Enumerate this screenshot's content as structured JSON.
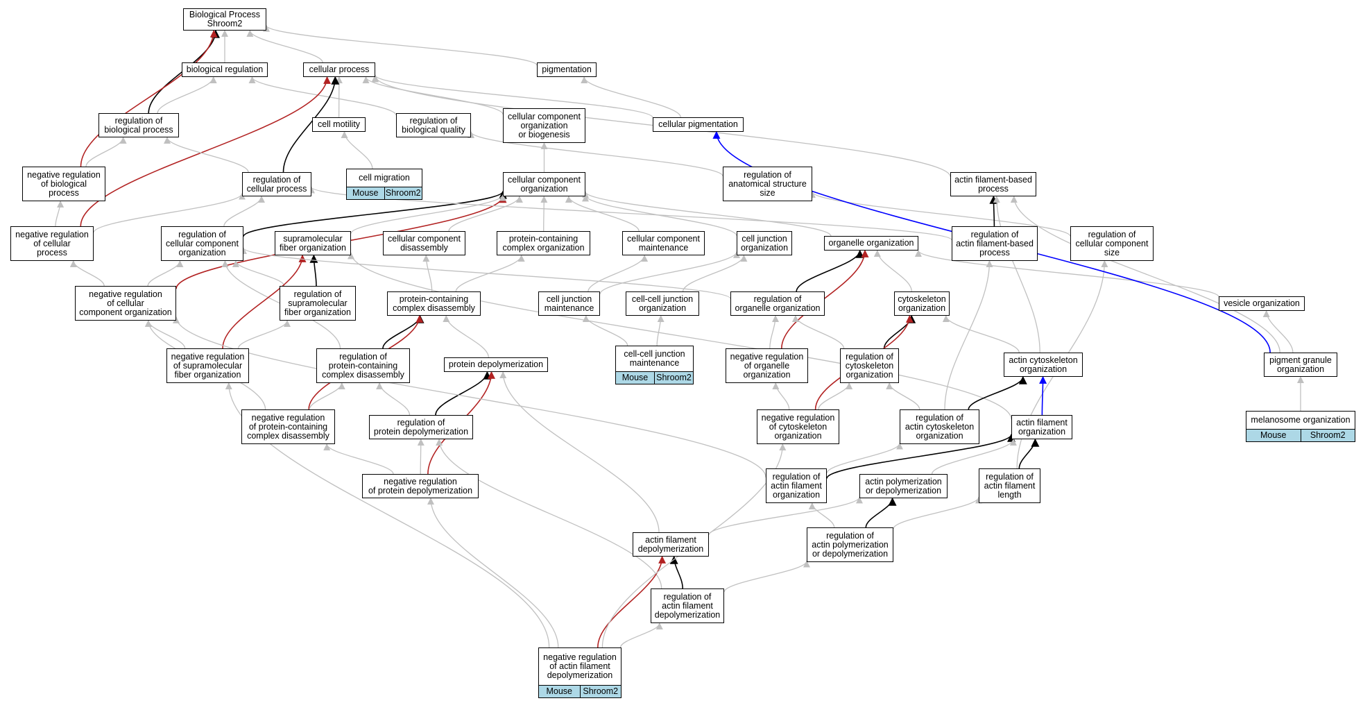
{
  "colors": {
    "is_a": "#c0c0c0",
    "part_of": "#000000",
    "neg_regulates": "#b22222",
    "has_part": "#0000ff",
    "annotation_bg": "#add8e6"
  },
  "nodes": [
    {
      "id": "bp",
      "label": "Biological Process\nShroom2"
    },
    {
      "id": "biological_regulation",
      "label": "biological regulation"
    },
    {
      "id": "cellular_process",
      "label": "cellular process"
    },
    {
      "id": "pigmentation",
      "label": "pigmentation"
    },
    {
      "id": "reg_biological_process",
      "label": "regulation of\nbiological process"
    },
    {
      "id": "cell_motility",
      "label": "cell motility"
    },
    {
      "id": "reg_biological_quality",
      "label": "regulation of\nbiological quality"
    },
    {
      "id": "ccob",
      "label": "cellular component\norganization\nor biogenesis"
    },
    {
      "id": "cellular_pigmentation",
      "label": "cellular pigmentation"
    },
    {
      "id": "neg_reg_biological_process",
      "label": "negative regulation\nof biological\nprocess"
    },
    {
      "id": "cell_migration",
      "label": "cell migration",
      "annotation": [
        "Mouse",
        "Shroom2"
      ]
    },
    {
      "id": "reg_cellular_process",
      "label": "regulation of\ncellular process"
    },
    {
      "id": "cc_org",
      "label": "cellular component\norganization"
    },
    {
      "id": "reg_anat_struct_size",
      "label": "regulation of\nanatomical structure\nsize"
    },
    {
      "id": "actin_fil_based_process",
      "label": "actin filament-based\nprocess"
    },
    {
      "id": "neg_reg_cellular_process",
      "label": "negative regulation\nof cellular\nprocess"
    },
    {
      "id": "reg_cc_org",
      "label": "regulation of\ncellular component\norganization"
    },
    {
      "id": "supramol_fiber_org",
      "label": "supramolecular\nfiber organization"
    },
    {
      "id": "cc_disassembly",
      "label": "cellular component\ndisassembly"
    },
    {
      "id": "pc_complex_org",
      "label": "protein-containing\ncomplex organization"
    },
    {
      "id": "cc_maintenance",
      "label": "cellular component\nmaintenance"
    },
    {
      "id": "cell_junction_org",
      "label": "cell junction\norganization"
    },
    {
      "id": "organelle_org",
      "label": "organelle organization"
    },
    {
      "id": "reg_actin_fil_based_process",
      "label": "regulation of\nactin filament-based\nprocess"
    },
    {
      "id": "reg_cc_size",
      "label": "regulation of\ncellular component\nsize"
    },
    {
      "id": "neg_reg_cc_org",
      "label": "negative regulation\nof cellular\ncomponent organization"
    },
    {
      "id": "reg_supramol_fiber_org",
      "label": "regulation of\nsupramolecular\nfiber organization"
    },
    {
      "id": "pc_complex_disassembly",
      "label": "protein-containing\ncomplex disassembly"
    },
    {
      "id": "cell_junction_maint",
      "label": "cell junction\nmaintenance"
    },
    {
      "id": "cc_junction_org",
      "label": "cell-cell junction\norganization"
    },
    {
      "id": "reg_organelle_org",
      "label": "regulation of\norganelle organization"
    },
    {
      "id": "cytoskeleton_org",
      "label": "cytoskeleton\norganization"
    },
    {
      "id": "vesicle_org",
      "label": "vesicle organization"
    },
    {
      "id": "neg_reg_supramol_fiber_org",
      "label": "negative regulation\nof supramolecular\nfiber organization"
    },
    {
      "id": "reg_pc_complex_disassembly",
      "label": "regulation of\nprotein-containing\ncomplex disassembly"
    },
    {
      "id": "protein_depolymerization",
      "label": "protein depolymerization"
    },
    {
      "id": "cc_junction_maint",
      "label": "cell-cell junction\nmaintenance",
      "annotation": [
        "Mouse",
        "Shroom2"
      ]
    },
    {
      "id": "neg_reg_organelle_org",
      "label": "negative regulation\nof organelle\norganization"
    },
    {
      "id": "reg_cytoskeleton_org",
      "label": "regulation of\ncytoskeleton\norganization"
    },
    {
      "id": "actin_cytoskeleton_org",
      "label": "actin cytoskeleton\norganization"
    },
    {
      "id": "pigment_granule_org",
      "label": "pigment granule\norganization"
    },
    {
      "id": "neg_reg_pc_complex_disassembly",
      "label": "negative regulation\nof protein-containing\ncomplex disassembly"
    },
    {
      "id": "reg_protein_depolymerization",
      "label": "regulation of\nprotein depolymerization"
    },
    {
      "id": "neg_reg_cytoskeleton_org",
      "label": "negative regulation\nof cytoskeleton\norganization"
    },
    {
      "id": "reg_actin_cytoskeleton_org",
      "label": "regulation of\nactin cytoskeleton\norganization"
    },
    {
      "id": "actin_fil_org",
      "label": "actin filament\norganization"
    },
    {
      "id": "melanosome_org",
      "label": "melanosome organization",
      "annotation": [
        "Mouse",
        "Shroom2"
      ]
    },
    {
      "id": "neg_reg_protein_depolymerization",
      "label": "negative regulation\nof protein depolymerization"
    },
    {
      "id": "reg_actin_fil_org",
      "label": "regulation of\nactin filament\norganization"
    },
    {
      "id": "actin_polymerization_or_depolymerization",
      "label": "actin polymerization\nor depolymerization"
    },
    {
      "id": "reg_actin_fil_length",
      "label": "regulation of\nactin filament\nlength"
    },
    {
      "id": "actin_fil_depolymerization",
      "label": "actin filament\ndepolymerization"
    },
    {
      "id": "reg_actin_polymerization",
      "label": "regulation of\nactin polymerization\nor depolymerization"
    },
    {
      "id": "reg_actin_fil_depolymerization",
      "label": "regulation of\nactin filament\ndepolymerization"
    },
    {
      "id": "neg_reg_actin_fil_depolymerization",
      "label": "negative regulation\nof actin filament\ndepolymerization",
      "annotation": [
        "Mouse",
        "Shroom2"
      ]
    }
  ],
  "edges": [
    {
      "from": "biological_regulation",
      "to": "bp",
      "type": "is_a"
    },
    {
      "from": "cellular_process",
      "to": "bp",
      "type": "is_a"
    },
    {
      "from": "pigmentation",
      "to": "bp",
      "type": "is_a"
    },
    {
      "from": "reg_biological_process",
      "to": "bp",
      "type": "part_of"
    },
    {
      "from": "neg_reg_biological_process",
      "to": "bp",
      "type": "neg_regulates"
    },
    {
      "from": "reg_biological_process",
      "to": "biological_regulation",
      "type": "is_a"
    },
    {
      "from": "reg_biological_quality",
      "to": "biological_regulation",
      "type": "is_a"
    },
    {
      "from": "cell_motility",
      "to": "cellular_process",
      "type": "is_a"
    },
    {
      "from": "ccob",
      "to": "cellular_process",
      "type": "is_a"
    },
    {
      "from": "cellular_pigmentation",
      "to": "cellular_process",
      "type": "is_a"
    },
    {
      "from": "actin_fil_based_process",
      "to": "cellular_process",
      "type": "is_a"
    },
    {
      "from": "reg_cellular_process",
      "to": "cellular_process",
      "type": "part_of"
    },
    {
      "from": "neg_reg_cellular_process",
      "to": "cellular_process",
      "type": "neg_regulates"
    },
    {
      "from": "cellular_pigmentation",
      "to": "pigmentation",
      "type": "is_a"
    },
    {
      "from": "neg_reg_biological_process",
      "to": "reg_biological_process",
      "type": "is_a"
    },
    {
      "from": "reg_cellular_process",
      "to": "reg_biological_process",
      "type": "is_a"
    },
    {
      "from": "cell_migration",
      "to": "cell_motility",
      "type": "is_a"
    },
    {
      "from": "reg_anat_struct_size",
      "to": "reg_biological_quality",
      "type": "is_a"
    },
    {
      "from": "cc_org",
      "to": "ccob",
      "type": "is_a"
    },
    {
      "from": "neg_reg_cellular_process",
      "to": "neg_reg_biological_process",
      "type": "is_a"
    },
    {
      "from": "neg_reg_cellular_process",
      "to": "reg_cellular_process",
      "type": "is_a"
    },
    {
      "from": "reg_cc_org",
      "to": "reg_cellular_process",
      "type": "is_a"
    },
    {
      "from": "reg_cc_org",
      "to": "cc_org",
      "type": "part_of"
    },
    {
      "from": "neg_reg_cc_org",
      "to": "cc_org",
      "type": "neg_regulates"
    },
    {
      "from": "supramol_fiber_org",
      "to": "cc_org",
      "type": "is_a"
    },
    {
      "from": "cc_disassembly",
      "to": "cc_org",
      "type": "is_a"
    },
    {
      "from": "pc_complex_org",
      "to": "cc_org",
      "type": "is_a"
    },
    {
      "from": "cc_maintenance",
      "to": "cc_org",
      "type": "is_a"
    },
    {
      "from": "cell_junction_org",
      "to": "cc_org",
      "type": "is_a"
    },
    {
      "from": "organelle_org",
      "to": "cc_org",
      "type": "is_a"
    },
    {
      "from": "reg_actin_fil_based_process",
      "to": "reg_cellular_process",
      "type": "is_a"
    },
    {
      "from": "reg_cc_size",
      "to": "reg_anat_struct_size",
      "type": "is_a"
    },
    {
      "from": "reg_actin_fil_based_process",
      "to": "actin_fil_based_process",
      "type": "part_of"
    },
    {
      "from": "actin_cytoskeleton_org",
      "to": "actin_fil_based_process",
      "type": "is_a"
    },
    {
      "from": "neg_reg_cc_org",
      "to": "neg_reg_cellular_process",
      "type": "is_a"
    },
    {
      "from": "neg_reg_cc_org",
      "to": "reg_cc_org",
      "type": "is_a"
    },
    {
      "from": "reg_supramol_fiber_org",
      "to": "reg_cc_org",
      "type": "is_a"
    },
    {
      "from": "reg_pc_complex_disassembly",
      "to": "reg_cc_org",
      "type": "is_a"
    },
    {
      "from": "reg_supramol_fiber_org",
      "to": "supramol_fiber_org",
      "type": "part_of"
    },
    {
      "from": "neg_reg_supramol_fiber_org",
      "to": "supramol_fiber_org",
      "type": "neg_regulates"
    },
    {
      "from": "actin_fil_org",
      "to": "supramol_fiber_org",
      "type": "is_a"
    },
    {
      "from": "pc_complex_disassembly",
      "to": "cc_disassembly",
      "type": "is_a"
    },
    {
      "from": "pc_complex_disassembly",
      "to": "pc_complex_org",
      "type": "is_a"
    },
    {
      "from": "cell_junction_maint",
      "to": "cc_maintenance",
      "type": "is_a"
    },
    {
      "from": "cell_junction_maint",
      "to": "cell_junction_org",
      "type": "is_a"
    },
    {
      "from": "cc_junction_org",
      "to": "cell_junction_org",
      "type": "is_a"
    },
    {
      "from": "reg_organelle_org",
      "to": "organelle_org",
      "type": "part_of"
    },
    {
      "from": "neg_reg_organelle_org",
      "to": "organelle_org",
      "type": "neg_regulates"
    },
    {
      "from": "cytoskeleton_org",
      "to": "organelle_org",
      "type": "is_a"
    },
    {
      "from": "vesicle_org",
      "to": "organelle_org",
      "type": "is_a"
    },
    {
      "from": "reg_actin_fil_length",
      "to": "reg_cc_size",
      "type": "is_a"
    },
    {
      "from": "neg_reg_supramol_fiber_org",
      "to": "neg_reg_cc_org",
      "type": "is_a"
    },
    {
      "from": "neg_reg_pc_complex_disassembly",
      "to": "neg_reg_cc_org",
      "type": "is_a"
    },
    {
      "from": "reg_organelle_org",
      "to": "reg_cc_org",
      "type": "is_a"
    },
    {
      "from": "neg_reg_supramol_fiber_org",
      "to": "reg_supramol_fiber_org",
      "type": "is_a"
    },
    {
      "from": "reg_pc_complex_disassembly",
      "to": "pc_complex_disassembly",
      "type": "part_of"
    },
    {
      "from": "neg_reg_pc_complex_disassembly",
      "to": "pc_complex_disassembly",
      "type": "neg_regulates"
    },
    {
      "from": "protein_depolymerization",
      "to": "pc_complex_disassembly",
      "type": "is_a"
    },
    {
      "from": "cc_junction_maint",
      "to": "cell_junction_maint",
      "type": "is_a"
    },
    {
      "from": "cc_junction_maint",
      "to": "cc_junction_org",
      "type": "is_a"
    },
    {
      "from": "neg_reg_organelle_org",
      "to": "reg_organelle_org",
      "type": "is_a"
    },
    {
      "from": "reg_cytoskeleton_org",
      "to": "reg_organelle_org",
      "type": "is_a"
    },
    {
      "from": "reg_cytoskeleton_org",
      "to": "cytoskeleton_org",
      "type": "part_of"
    },
    {
      "from": "neg_reg_cytoskeleton_org",
      "to": "cytoskeleton_org",
      "type": "neg_regulates"
    },
    {
      "from": "actin_cytoskeleton_org",
      "to": "cytoskeleton_org",
      "type": "is_a"
    },
    {
      "from": "pigment_granule_org",
      "to": "vesicle_org",
      "type": "is_a"
    },
    {
      "from": "neg_reg_pc_complex_disassembly",
      "to": "reg_pc_complex_disassembly",
      "type": "is_a"
    },
    {
      "from": "reg_protein_depolymerization",
      "to": "reg_pc_complex_disassembly",
      "type": "is_a"
    },
    {
      "from": "reg_protein_depolymerization",
      "to": "protein_depolymerization",
      "type": "part_of"
    },
    {
      "from": "neg_reg_protein_depolymerization",
      "to": "protein_depolymerization",
      "type": "neg_regulates"
    },
    {
      "from": "actin_fil_depolymerization",
      "to": "protein_depolymerization",
      "type": "is_a"
    },
    {
      "from": "neg_reg_cytoskeleton_org",
      "to": "neg_reg_organelle_org",
      "type": "is_a"
    },
    {
      "from": "neg_reg_cytoskeleton_org",
      "to": "reg_cytoskeleton_org",
      "type": "is_a"
    },
    {
      "from": "reg_actin_cytoskeleton_org",
      "to": "reg_cytoskeleton_org",
      "type": "is_a"
    },
    {
      "from": "reg_actin_cytoskeleton_org",
      "to": "actin_cytoskeleton_org",
      "type": "part_of"
    },
    {
      "from": "actin_fil_org",
      "to": "actin_cytoskeleton_org",
      "type": "has_part"
    },
    {
      "from": "pigment_granule_org",
      "to": "actin_fil_based_process",
      "type": "is_a"
    },
    {
      "from": "pigment_granule_org",
      "to": "cellular_pigmentation",
      "type": "has_part"
    },
    {
      "from": "melanosome_org",
      "to": "pigment_granule_org",
      "type": "is_a"
    },
    {
      "from": "neg_reg_protein_depolymerization",
      "to": "neg_reg_pc_complex_disassembly",
      "type": "is_a"
    },
    {
      "from": "neg_reg_protein_depolymerization",
      "to": "reg_protein_depolymerization",
      "type": "is_a"
    },
    {
      "from": "reg_actin_fil_org",
      "to": "reg_actin_cytoskeleton_org",
      "type": "is_a"
    },
    {
      "from": "reg_actin_fil_org",
      "to": "actin_fil_org",
      "type": "part_of"
    },
    {
      "from": "actin_polymerization_or_depolymerization",
      "to": "actin_fil_org",
      "type": "is_a"
    },
    {
      "from": "reg_actin_fil_length",
      "to": "actin_fil_org",
      "type": "part_of"
    },
    {
      "from": "reg_actin_cytoskeleton_org",
      "to": "reg_actin_fil_based_process",
      "type": "is_a"
    },
    {
      "from": "reg_actin_fil_org",
      "to": "neg_reg_cc_org",
      "type": "is_a"
    },
    {
      "from": "reg_actin_polymerization",
      "to": "reg_actin_fil_org",
      "type": "is_a"
    },
    {
      "from": "reg_actin_polymerization",
      "to": "actin_polymerization_or_depolymerization",
      "type": "part_of"
    },
    {
      "from": "reg_actin_polymerization",
      "to": "reg_actin_fil_length",
      "type": "is_a"
    },
    {
      "from": "actin_fil_depolymerization",
      "to": "actin_polymerization_or_depolymerization",
      "type": "is_a"
    },
    {
      "from": "reg_actin_fil_depolymerization",
      "to": "actin_fil_depolymerization",
      "type": "part_of"
    },
    {
      "from": "reg_actin_fil_depolymerization",
      "to": "reg_actin_polymerization",
      "type": "is_a"
    },
    {
      "from": "reg_actin_fil_depolymerization",
      "to": "reg_protein_depolymerization",
      "type": "is_a"
    },
    {
      "from": "neg_reg_actin_fil_depolymerization",
      "to": "actin_fil_depolymerization",
      "type": "neg_regulates"
    },
    {
      "from": "neg_reg_actin_fil_depolymerization",
      "to": "reg_actin_fil_depolymerization",
      "type": "is_a"
    },
    {
      "from": "neg_reg_actin_fil_depolymerization",
      "to": "neg_reg_protein_depolymerization",
      "type": "is_a"
    },
    {
      "from": "neg_reg_actin_fil_depolymerization",
      "to": "neg_reg_cytoskeleton_org",
      "type": "is_a"
    },
    {
      "from": "neg_reg_actin_fil_depolymerization",
      "to": "neg_reg_supramol_fiber_org",
      "type": "is_a"
    }
  ]
}
